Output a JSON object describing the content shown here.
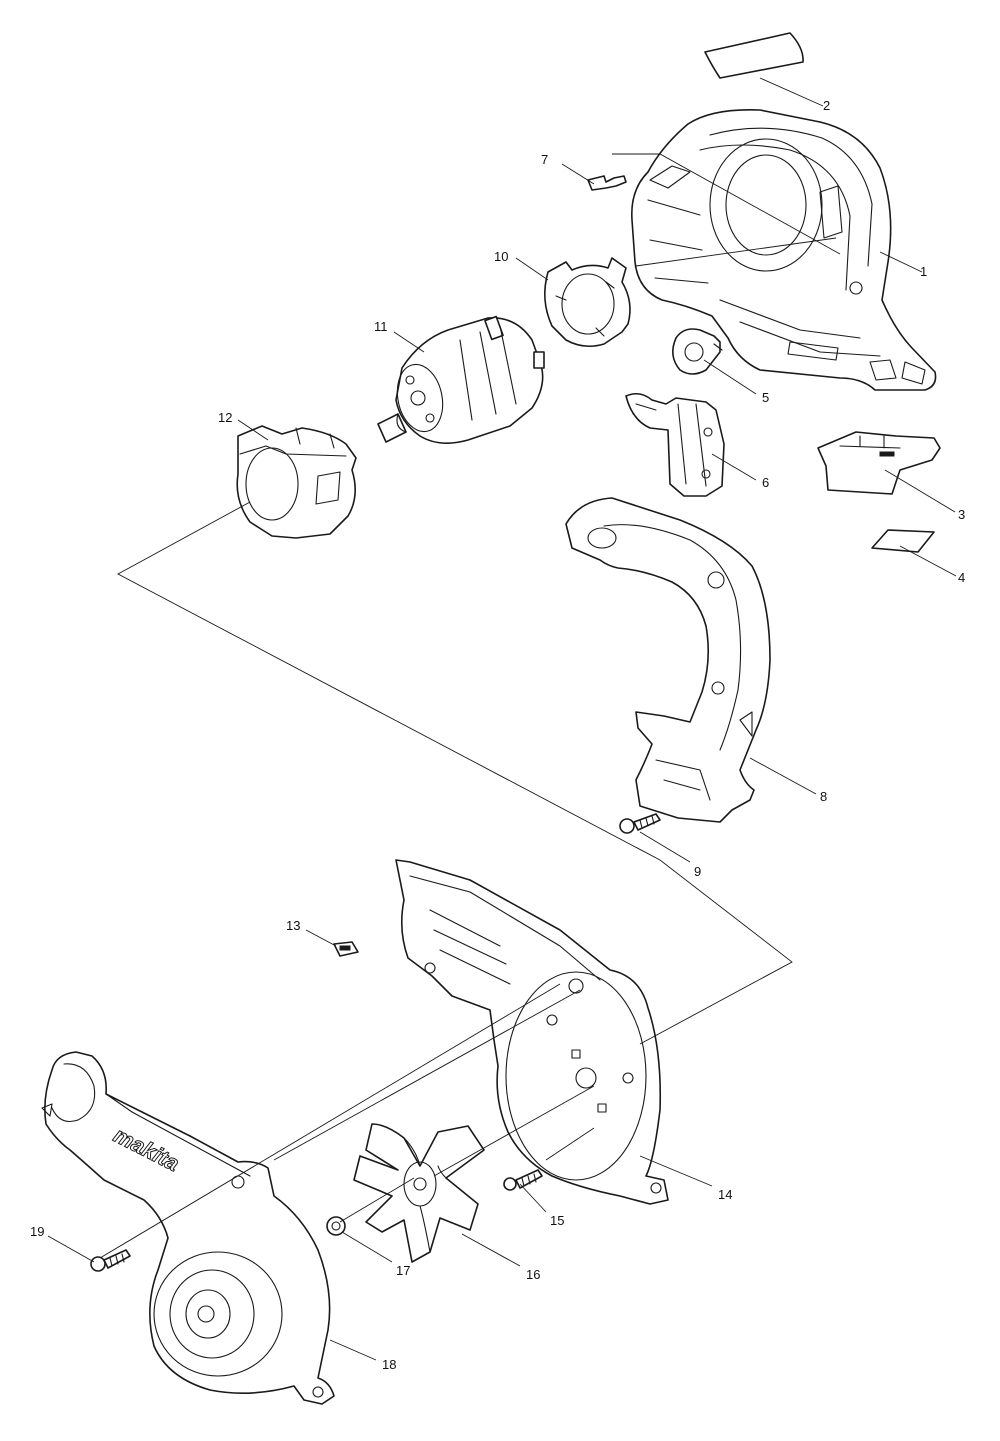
{
  "diagram": {
    "type": "exploded-parts-view",
    "brand_logo_text": "makita",
    "callouts": [
      "1",
      "2",
      "3",
      "4",
      "5",
      "6",
      "7",
      "8",
      "9",
      "10",
      "11",
      "12",
      "13",
      "14",
      "15",
      "16",
      "17",
      "18",
      "19"
    ]
  }
}
